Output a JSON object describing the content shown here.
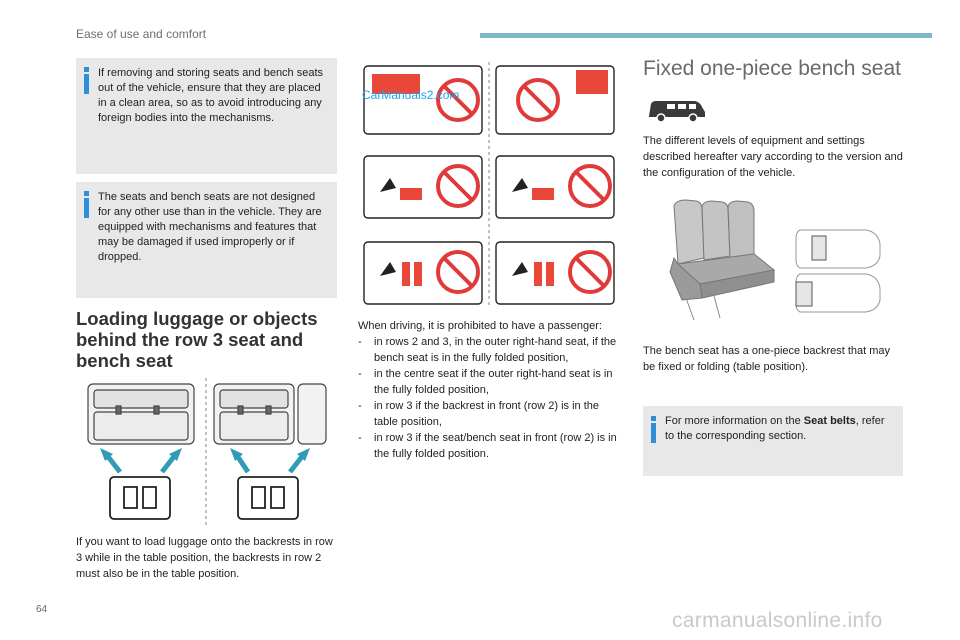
{
  "header": {
    "section_title": "Ease of use and comfort"
  },
  "notes": {
    "removing_seats": "If removing and storing seats and bench seats out of the vehicle, ensure that they are placed in a clean area, so as to avoid introducing any foreign bodies into the mechanisms.",
    "seats_use": "The seats and bench seats are not designed for any other use than in the vehicle. They are equipped with mechanisms and features that may be damaged if used improperly or if dropped.",
    "seat_belts_pre": "For more information on the ",
    "seat_belts_bold": "Seat belts",
    "seat_belts_post": ", refer to the corresponding section."
  },
  "loading": {
    "heading": "Loading luggage or objects behind the row 3 seat and bench seat",
    "text": "If you want to load luggage onto the backrests in row 3 while in the table position, the backrests in row 2 must also be in the table position."
  },
  "driving": {
    "intro": "When driving, it is prohibited to have a passenger:",
    "items": [
      "in rows 2 and 3, in the outer right-hand seat, if the bench seat is in the fully folded position,",
      "in the centre seat if the outer right-hand seat is in the fully folded position,",
      "in row 3 if the backrest in front (row 2) is in the table position,",
      "in row 3 if the seat/bench seat in front (row 2) is in the fully folded position."
    ]
  },
  "fixed_bench": {
    "heading": "Fixed one-piece bench seat",
    "intro": "The different levels of equipment and settings described hereafter vary according to the version and the configuration of the vehicle.",
    "backrest": "The bench seat has a one-piece backrest that may be fixed or folding (table position)."
  },
  "footer": {
    "page_number": "64",
    "site": "carmanualsonline.info"
  },
  "watermark": "CarManuals2.com",
  "icons": [
    "info-icon",
    "manual-book-icon",
    "prohibited-icon",
    "van-icon",
    "seat-icon"
  ],
  "colors": {
    "accent": "#2d8fd8",
    "prohibited": "#e03a3a",
    "seat_red": "#e8473a",
    "note_bg": "#e8e8e8",
    "header_bar": "#7fb8c9"
  }
}
